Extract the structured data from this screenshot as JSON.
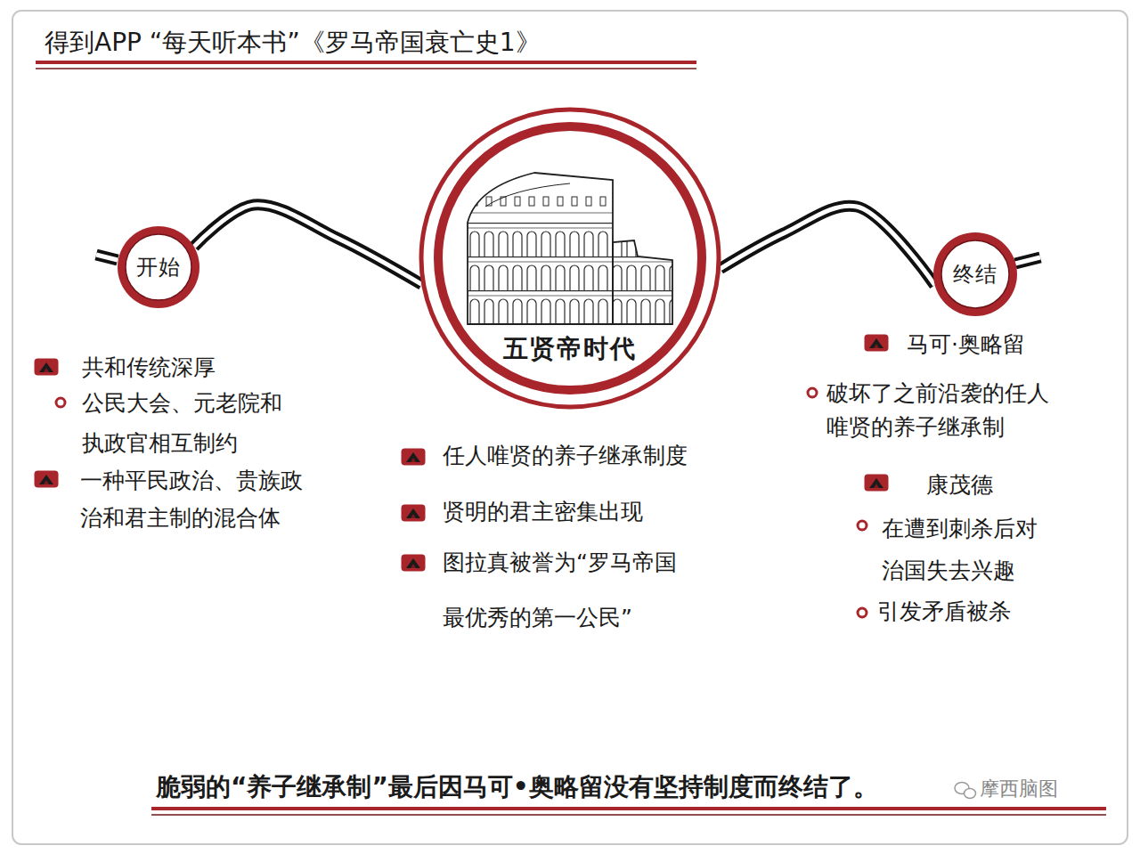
{
  "diagram": {
    "title": "得到APP “每天听本书”《罗马帝国衰亡史1》",
    "caption": "脆弱的“养子继承制”最后因马可•奥略留没有坚持制度而终结了。",
    "nodes": [
      {
        "text": [
          "开始"
        ]
      },
      {
        "text": [
          "五贤帝时代"
        ]
      },
      {
        "text": [
          "终结"
        ]
      }
    ],
    "edges": [
      {
        "from": 0,
        "to": 1,
        "arrow": "none"
      },
      {
        "from": 1,
        "to": 2,
        "arrow": "none"
      }
    ],
    "labels": [
      "共和传统深厚",
      "公民大会、元老院和 执政官相互制约",
      "一种平民政治、贵族政 治和君主制的混合体",
      "任人唯贤的养子继承制度",
      "贤明的君主密集出现",
      "图拉真被誉为“罗马帝国 最优秀的第一公民”",
      "马可·奥略留",
      "破坏了之前沿袭的任人 唯贤的养子继承制",
      "康茂德",
      "在遭到刺杀后对 治国失去兴趣",
      "引发矛盾被杀",
      "摩西脑图"
    ]
  }
}
